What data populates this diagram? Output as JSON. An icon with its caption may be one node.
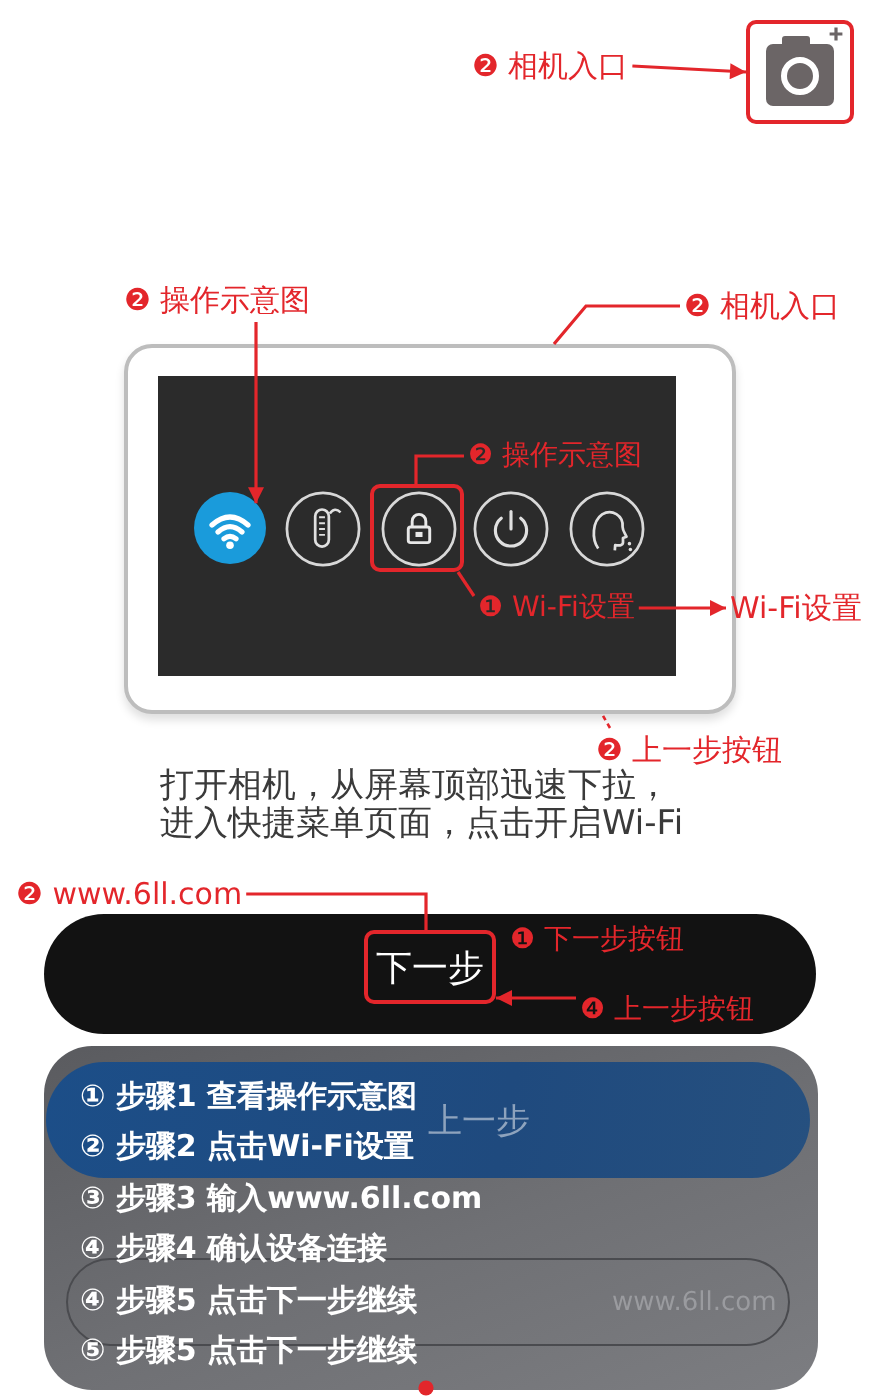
{
  "diagram": {
    "nodes": [
      {
        "text": [
          "❷ 相机入口"
        ]
      },
      {
        "text": [],
        "shape": "picture"
      },
      {
        "text": [
          "❷ 操作示意图"
        ]
      },
      {
        "text": [
          "❷ 相机入口"
        ]
      },
      {
        "text": [],
        "shape": "box"
      },
      {
        "text": [],
        "shape": "circle",
        "in": 4
      },
      {
        "text": [],
        "shape": "box",
        "in": 4
      },
      {
        "text": [
          "❷ 操作示意图"
        ],
        "in": 4
      },
      {
        "text": [
          "❶ Wi-Fi设置"
        ],
        "in": 4
      },
      {
        "text": [
          "Wi-Fi设置"
        ]
      },
      {
        "text": [
          "❷ 上一步按钮"
        ]
      },
      {
        "text": [
          "❷ www.6ll.com"
        ]
      },
      {
        "text": [],
        "shape": "box"
      },
      {
        "text": [
          "下一步"
        ],
        "in": 12
      },
      {
        "text": [
          "❶ 下一步按钮"
        ],
        "in": 12
      },
      {
        "text": [
          "❹ 上一步按钮"
        ],
        "in": 12
      },
      {
        "text": [
          "③ 步骤3 输入www.6ll.com",
          "④ 步骤4 确认设备连接",
          "⑤ 步骤5 点击下一步继续"
        ]
      },
      {
        "text": [
          "① 步骤1 查看操作示意图",
          "② 步骤2 点击Wi-Fi设置",
          "上一步"
        ],
        "in": 16
      },
      {
        "text": [
          "④ 步骤5 点击下一步继续",
          "www.6ll.com"
        ],
        "in": 16
      }
    ],
    "edges": [
      {
        "from": 0,
        "to": 1,
        "arrow": "to"
      },
      {
        "from": 2,
        "to": 5,
        "arrow": "to"
      },
      {
        "from": 3,
        "to": 4,
        "arrow": "none"
      },
      {
        "from": 7,
        "to": 6,
        "arrow": "none"
      },
      {
        "from": 8,
        "to": 6,
        "arrow": "none"
      },
      {
        "from": 8,
        "to": 9,
        "arrow": "to"
      },
      {
        "from": 10,
        "to": 4,
        "arrow": "none",
        "style": "dashed"
      },
      {
        "from": 11,
        "to": 13,
        "arrow": "none"
      },
      {
        "from": 15,
        "to": 13,
        "arrow": "to"
      }
    ],
    "labels": [
      "打开相机，从屏幕顶部迅速下拉，进入快捷菜单页面，点击开启Wi-Fi"
    ]
  }
}
